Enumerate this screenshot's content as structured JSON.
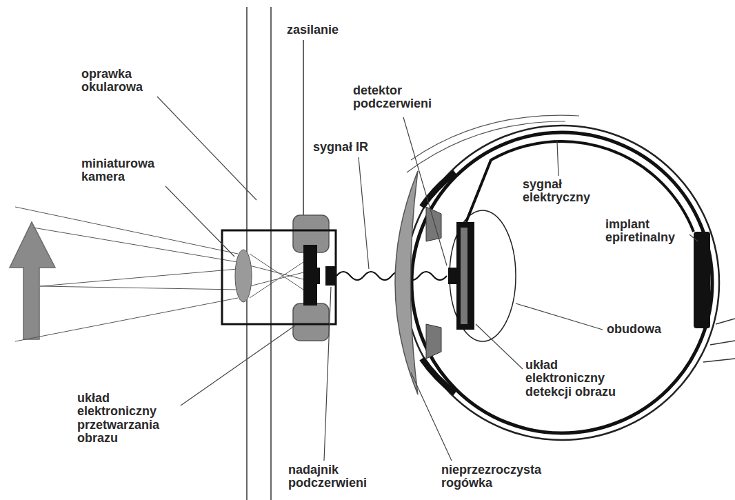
{
  "diagram": {
    "labels": [
      "zasilanie",
      "oprawka okularowa",
      "miniaturowa kamera",
      "detektor podczerwieni",
      "sygnał IR",
      "sygnał elektryczny",
      "implant epiretinalny",
      "obudowa",
      "układ elektroniczny detekcji obrazu",
      "układ elektroniczny przetwarzania obrazu",
      "nadajnik podczerwieni",
      "nieprzezroczysta rogówka"
    ]
  }
}
